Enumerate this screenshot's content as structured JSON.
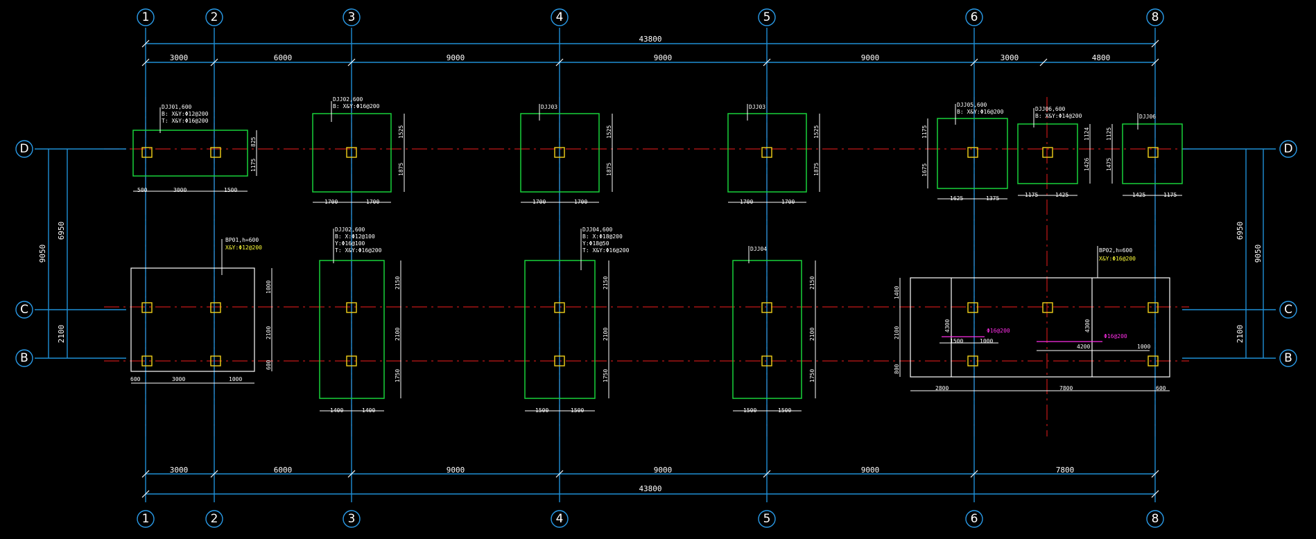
{
  "axes_x": [
    "1",
    "2",
    "3",
    "4",
    "5",
    "6",
    "8"
  ],
  "axes_y": [
    "D",
    "C",
    "B"
  ],
  "total_dimension": "43800",
  "top_spans": [
    "3000",
    "6000",
    "9000",
    "9000",
    "9000",
    "3000",
    "4800"
  ],
  "bottom_spans": [
    "3000",
    "6000",
    "9000",
    "9000",
    "9000",
    "7800"
  ],
  "left_dims": {
    "overall": "9050",
    "inner": "6950",
    "lower": "2100"
  },
  "right_dims": {
    "overall": "9050",
    "inner": "6950",
    "lower": "2100"
  },
  "footings": {
    "dj01": {
      "lines": [
        "DJJ01,600",
        "B: X&Y:Φ12@200",
        "T: X&Y:Φ16@200"
      ],
      "w1": "500",
      "w2": "3000",
      "w3": "1500",
      "h1": "825",
      "h2": "1175"
    },
    "dj02": {
      "lines": [
        "DJJ02,600",
        "B: X&Y:Φ16@200"
      ],
      "w1": "1700",
      "w2": "1700",
      "h1": "1525",
      "h2": "1875"
    },
    "dj03a": {
      "lines": [
        "DJJ03"
      ],
      "w1": "1700",
      "w2": "1700",
      "h1": "1525",
      "h2": "1875"
    },
    "dj03b": {
      "lines": [
        "DJJ03"
      ],
      "w1": "1700",
      "w2": "1700",
      "h1": "1525",
      "h2": "1875"
    },
    "dj05": {
      "lines": [
        "DJJ05,600",
        "B: X&Y:Φ16@200"
      ],
      "w1": "1625",
      "w2": "1375",
      "h1": "1175",
      "h2": "1675"
    },
    "dj06a": {
      "lines": [
        "DJJ06,600",
        "B: X&Y:Φ14@200"
      ],
      "w1": "1175",
      "w2": "1425",
      "h1": "1124",
      "h2": "1426"
    },
    "dj06b": {
      "lines": [
        "DJJ06"
      ],
      "w1": "1425",
      "w2": "1175",
      "h1": "1125",
      "h2": "1475"
    },
    "bp01": {
      "lines": [
        "BP01,h=600"
      ],
      "yellow": "X&Y:Φ12@200",
      "w1": "600",
      "w2": "3000",
      "w3": "1000",
      "h1": "1000",
      "h2": "2100",
      "h3": "600"
    },
    "dj02b": {
      "lines": [
        "DJJ02,600",
        "B: X:Φ12@100",
        "   Y:Φ16@100",
        "T: X&Y:Φ16@200"
      ],
      "w1": "1400",
      "w2": "1400",
      "h1": "2150",
      "h2": "2100",
      "h3": "1750"
    },
    "dj04a": {
      "lines": [
        "DJJ04,600",
        "B: X:Φ18@200",
        "   Y:Φ18@50",
        "T: X&Y:Φ16@200"
      ],
      "w1": "1500",
      "w2": "1500",
      "h1": "2150",
      "h2": "2100",
      "h3": "1750"
    },
    "dj04b": {
      "lines": [
        "DJJ04"
      ],
      "w1": "1500",
      "w2": "1500",
      "h1": "2150",
      "h2": "2100",
      "h3": "1750"
    },
    "bp02": {
      "lines": [
        "BP02,h=600"
      ],
      "yellow": "X&Y:Φ16@200",
      "magenta1": "Φ16@200",
      "magenta2": "Φ16@200",
      "d1": "4300",
      "d2": "4300",
      "d3": "1500",
      "d4": "1000",
      "d5": "4200",
      "d6": "1000",
      "w1": "2800",
      "w2": "7800",
      "w3": "600",
      "h1": "1400",
      "h2": "2100",
      "h3": "800"
    }
  },
  "colors": {
    "grid": "#1f8fd6",
    "center": "#c41818",
    "footing": "#19d23a",
    "raft": "#ffffff",
    "column": "#f2d21a",
    "background": "#000000"
  }
}
